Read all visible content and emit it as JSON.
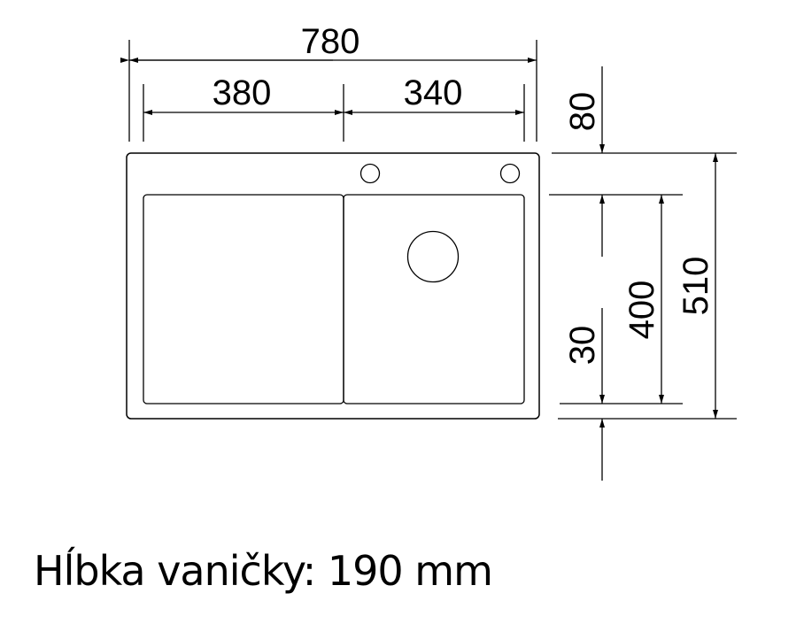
{
  "dimensions": {
    "total_width": "780",
    "left_width": "380",
    "right_width": "340",
    "top_offset": "80",
    "bowl_depth": "400",
    "total_depth": "510",
    "bottom_offset": "30"
  },
  "caption": "Hĺbka vaničky: 190 mm",
  "colors": {
    "line": "#000000",
    "background": "#ffffff"
  }
}
